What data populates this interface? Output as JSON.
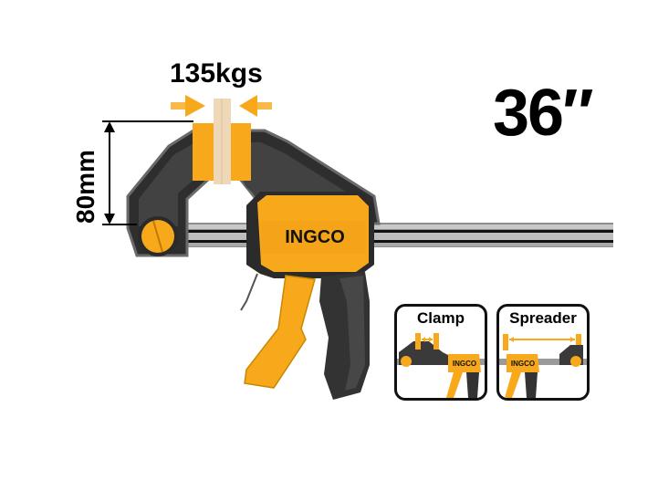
{
  "product": {
    "brand": "INGCO",
    "size": "36″",
    "clamping_force": "135kgs",
    "jaw_depth": "80mm"
  },
  "modes": [
    {
      "label": "Clamp",
      "brand": "INGCO",
      "icon": "clamp-mode-icon"
    },
    {
      "label": "Spreader",
      "brand": "INGCO",
      "icon": "spreader-mode-icon"
    }
  ],
  "colors": {
    "accent": "#F7A81B",
    "body_dark": "#3a3a3a",
    "bar": "#9a9a9a",
    "wood": "#EED8B8",
    "text": "#000000"
  }
}
